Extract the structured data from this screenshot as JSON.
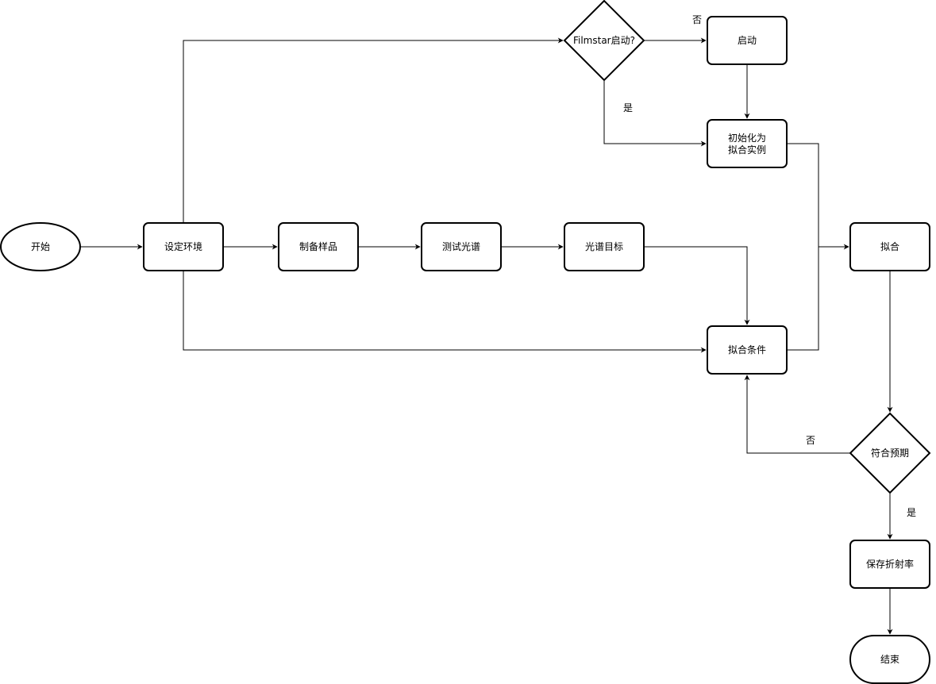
{
  "nodes": {
    "start": "开始",
    "setup_env": "设定环境",
    "prepare_sample": "制备样品",
    "test_spectrum": "测试光谱",
    "spectrum_target": "光谱目标",
    "filmstar_check": "Filmstar启动?",
    "launch": "启动",
    "init_line1": "初始化为",
    "init_line2": "拟合实例",
    "fit_conditions": "拟合条件",
    "fit": "拟合",
    "meets_expectation": "符合预期",
    "save_index": "保存折射率",
    "end": "结束"
  },
  "edge_labels": {
    "filmstar_no": "否",
    "filmstar_yes": "是",
    "expect_no": "否",
    "expect_yes": "是"
  }
}
